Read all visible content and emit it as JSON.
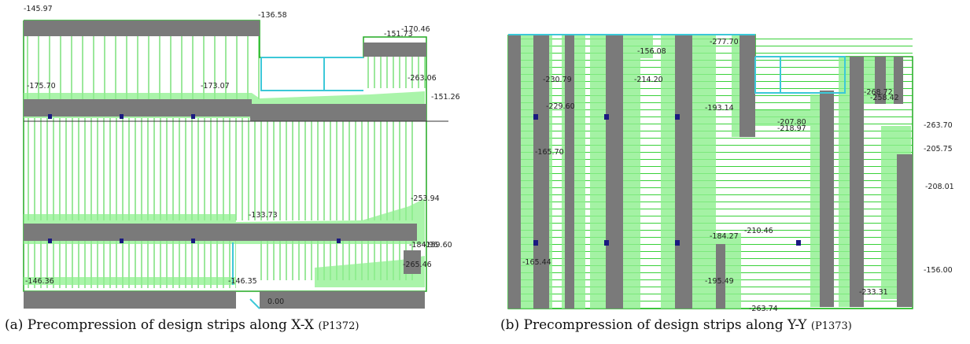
{
  "panel_a": {
    "caption": "(a) Precompression of design strips along X-X",
    "caption_ref": "(P1372)",
    "labels": {
      "l1": "-145.97",
      "l2": "-136.58",
      "l3": "-170.46",
      "l4": "-151.73",
      "l5": "-175.70",
      "l6": "-173.07",
      "l7": "-263.06",
      "l8": "-151.26",
      "l9": "-253.94",
      "l10": "-133.73",
      "l11": "-184.96",
      "l12": "-159.60",
      "l13": "-265.46",
      "l14": "-146.36",
      "l15": "-146.35",
      "l16": "0.00"
    }
  },
  "panel_b": {
    "caption": "(b) Precompression of design strips along Y-Y",
    "caption_ref": "(P1373)",
    "labels": {
      "l1": "-277.70",
      "l2": "-156.08",
      "l3": "-230.79",
      "l4": "-214.20",
      "l5": "-229.60",
      "l6": "-193.14",
      "l7": "-268.72",
      "l8": "-258.42",
      "l9": "-207.80",
      "l10": "-218.97",
      "l11": "-263.70",
      "l12": "-165.70",
      "l13": "-205.75",
      "l14": "-208.01",
      "l15": "-210.46",
      "l16": "-184.27",
      "l17": "-165.44",
      "l18": "-195.49",
      "l19": "-156.00",
      "l20": "-233.31",
      "l21": "-263.74"
    }
  },
  "colors": {
    "strip_gray": "#7a7a7a",
    "fill_green": "#8ef08e",
    "line_green": "#22cc22",
    "cyan": "#3cc8d8",
    "column_blue": "#1a1a80"
  }
}
